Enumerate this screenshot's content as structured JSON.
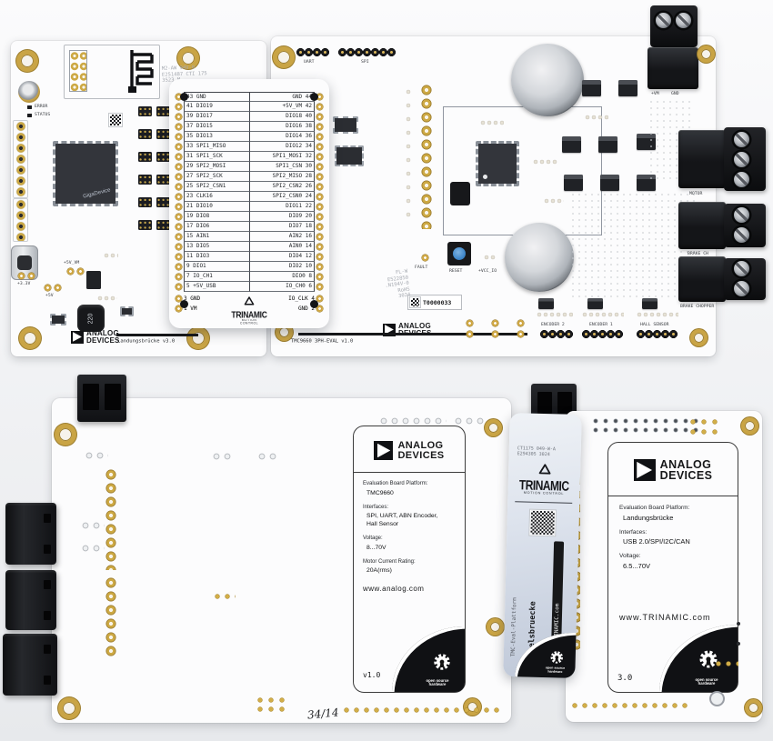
{
  "landungsbruecke_front": {
    "stamp_lines": [
      "M2-AW 94V-0",
      "E251487 CTI 175",
      "3523 M"
    ],
    "led_labels": [
      "ERROR",
      "STATUS"
    ],
    "chip_label": "GigaDevice",
    "pad_labels": [
      "+5V_VM",
      "+3.3V",
      "+5V"
    ],
    "inductor_label": "220",
    "adi_logo": {
      "line1": "ANALOG",
      "line2": "DEVICES"
    },
    "silkscreen": "Landungsbrücke v3.0"
  },
  "eselsbruecke_front": {
    "pin_rows": [
      {
        "l": "43 GND",
        "r": "GND 44"
      },
      {
        "l": "41 DIO19",
        "r": "+5V_VM 42"
      },
      {
        "l": "39 DIO17",
        "r": "DIO18 40"
      },
      {
        "l": "37 DIO15",
        "r": "DIO16 38"
      },
      {
        "l": "35 DIO13",
        "r": "DIO14 36"
      },
      {
        "l": "33 SPI1_MISO",
        "r": "DIO12 34"
      },
      {
        "l": "31 SPI1_SCK",
        "r": "SPI1_MOSI 32"
      },
      {
        "l": "29 SPI2_MOSI",
        "r": "SPI1_CSN 30"
      },
      {
        "l": "27 SPI2_SCK",
        "r": "SPI2_MISO 28"
      },
      {
        "l": "25 SPI2_CSN1",
        "r": "SPI2_CSN2 26"
      },
      {
        "l": "23 CLK16",
        "r": "SPI2_CSN0 24"
      },
      {
        "l": "21 DIO10",
        "r": "DIO11 22"
      },
      {
        "l": "19 DIO8",
        "r": "DIO9 20"
      },
      {
        "l": "17 DIO6",
        "r": "DIO7 18"
      },
      {
        "l": "15 AIN1",
        "r": "AIN2 16"
      },
      {
        "l": "13 DIO5",
        "r": "AIN0 14"
      },
      {
        "l": "11 DIO3",
        "r": "DIO4 12"
      },
      {
        "l": "9 DIO1",
        "r": "DIO2 10"
      },
      {
        "l": "7 IO_CH1",
        "r": "DIO0 8"
      },
      {
        "l": "5 +5V_USB",
        "r": "IO_CH0 6"
      }
    ],
    "footer": {
      "l1": "3 GND",
      "l2": "1 VM",
      "r1": "IO_CLK 4",
      "r2": "GND 2"
    },
    "brand": "TRINAMIC",
    "brand_sub": "MOTION CONTROL"
  },
  "tmc9660_front": {
    "uart_label": "UART",
    "spi_label": "SPI",
    "power_pin_labels": [
      "+VM",
      "GND"
    ],
    "fault_label": "FAULT",
    "reset_label": "RESET",
    "vccio_label": "+VCC_IO",
    "serial_label": "T0000033",
    "stamp_lines": [
      "FL-W",
      "E522850",
      ".N194V-0",
      "RoHS",
      "3024"
    ],
    "adi_logo": {
      "line1": "ANALOG",
      "line2": "DEVICES"
    },
    "silkscreen": "TMC9660 3PH-EVAL v1.0",
    "connectors": {
      "motor": "MOTOR",
      "brake": "BRAKE CH",
      "chopper": "BRAKE CHOPPER"
    },
    "headers": {
      "encoder2": "ENCODER 2",
      "encoder1": "ENCODER 1",
      "hall": "HALL SENSOR"
    }
  },
  "tmc9660_back": {
    "adi_logo": {
      "line1": "ANALOG",
      "line2": "DEVICES"
    },
    "specs": [
      {
        "label": "Evaluation Board Platform:",
        "value": "TMC9660"
      },
      {
        "label": "Interfaces:",
        "value": "SPI, UART, ABN Encoder,\nHall Sensor"
      },
      {
        "label": "Voltage:",
        "value": "8...70V"
      },
      {
        "label": "Motor Current Rating:",
        "value": "20A(rms)"
      }
    ],
    "url": "www.analog.com",
    "version": "v1.0",
    "oshw_label": "open source\nhardware",
    "handwritten": "34/14"
  },
  "eselsbruecke_back": {
    "stamp_lines": [
      "CT1175 049-W-A",
      "E294305 3024"
    ],
    "brand": "TRINAMIC",
    "brand_sub": "MOTION CONTROL",
    "vertical_left": "TMC-Eval-Plattform",
    "vertical_mid": "Eselsbruecke",
    "vertical_right": "www.TRINAMIC.com",
    "oshw_label": "open source\nhardware"
  },
  "landungsbruecke_back": {
    "adi_logo": {
      "line1": "ANALOG",
      "line2": "DEVICES"
    },
    "specs": [
      {
        "label": "Evaluation Board Platform:",
        "value": "Landungsbrücke"
      },
      {
        "label": "Interfaces:",
        "value": "USB 2.0/SPI/I2C/CAN"
      },
      {
        "label": "Voltage:",
        "value": "6.5...70V"
      }
    ],
    "url": "www.TRINAMIC.com",
    "version": "3.0",
    "oshw_label": "open source\nhardware"
  },
  "colors": {
    "pcb_white": "#fcfcfd",
    "gold": "#c9a445",
    "reset_blue": "#4189cb",
    "connector_black": "#17181a"
  }
}
